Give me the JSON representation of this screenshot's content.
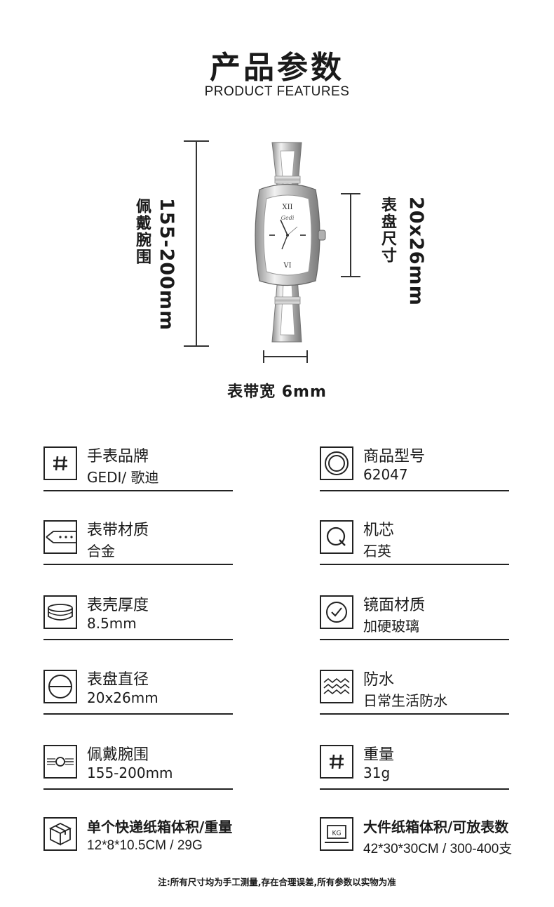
{
  "header": {
    "title": "产品参数",
    "subtitle": "PRODUCT FEATURES"
  },
  "diagram": {
    "wrist_label": "佩戴腕围",
    "wrist_value": "155-200mm",
    "dial_label": "表盘尺寸",
    "dial_value": "20x26mm",
    "band_width": "表带宽 6mm",
    "dial_brand": "Gedi"
  },
  "specs": [
    {
      "label": "手表品牌",
      "value": "GEDI/ 歌迪",
      "icon": "hash-icon"
    },
    {
      "label": "商品型号",
      "value": "62047",
      "icon": "ring-icon"
    },
    {
      "label": "表带材质",
      "value": "合金",
      "icon": "strap-icon"
    },
    {
      "label": "机芯",
      "value": "石英",
      "icon": "quartz-icon"
    },
    {
      "label": "表壳厚度",
      "value": "8.5mm",
      "icon": "case-thickness-icon"
    },
    {
      "label": "镜面材质",
      "value": "加硬玻璃",
      "icon": "check-circle-icon"
    },
    {
      "label": "表盘直径",
      "value": "20x26mm",
      "icon": "dial-icon"
    },
    {
      "label": "防水",
      "value": "日常生活防水",
      "icon": "waves-icon"
    },
    {
      "label": "佩戴腕围",
      "value": "155-200mm",
      "icon": "wrist-icon"
    },
    {
      "label": "重量",
      "value": "31g",
      "icon": "hash-icon"
    },
    {
      "label": "单个快递纸箱体积/重量",
      "value": "12*8*10.5CM /  29G",
      "icon": "box-icon"
    },
    {
      "label": "大件纸箱体积/可放表数",
      "value": "42*30*30CM / 300-400支",
      "icon": "scale-icon",
      "icon_text": "KG"
    }
  ],
  "footer": {
    "note": "注:所有尺寸均为手工测量,存在合理误差,所有参数以实物为准"
  }
}
